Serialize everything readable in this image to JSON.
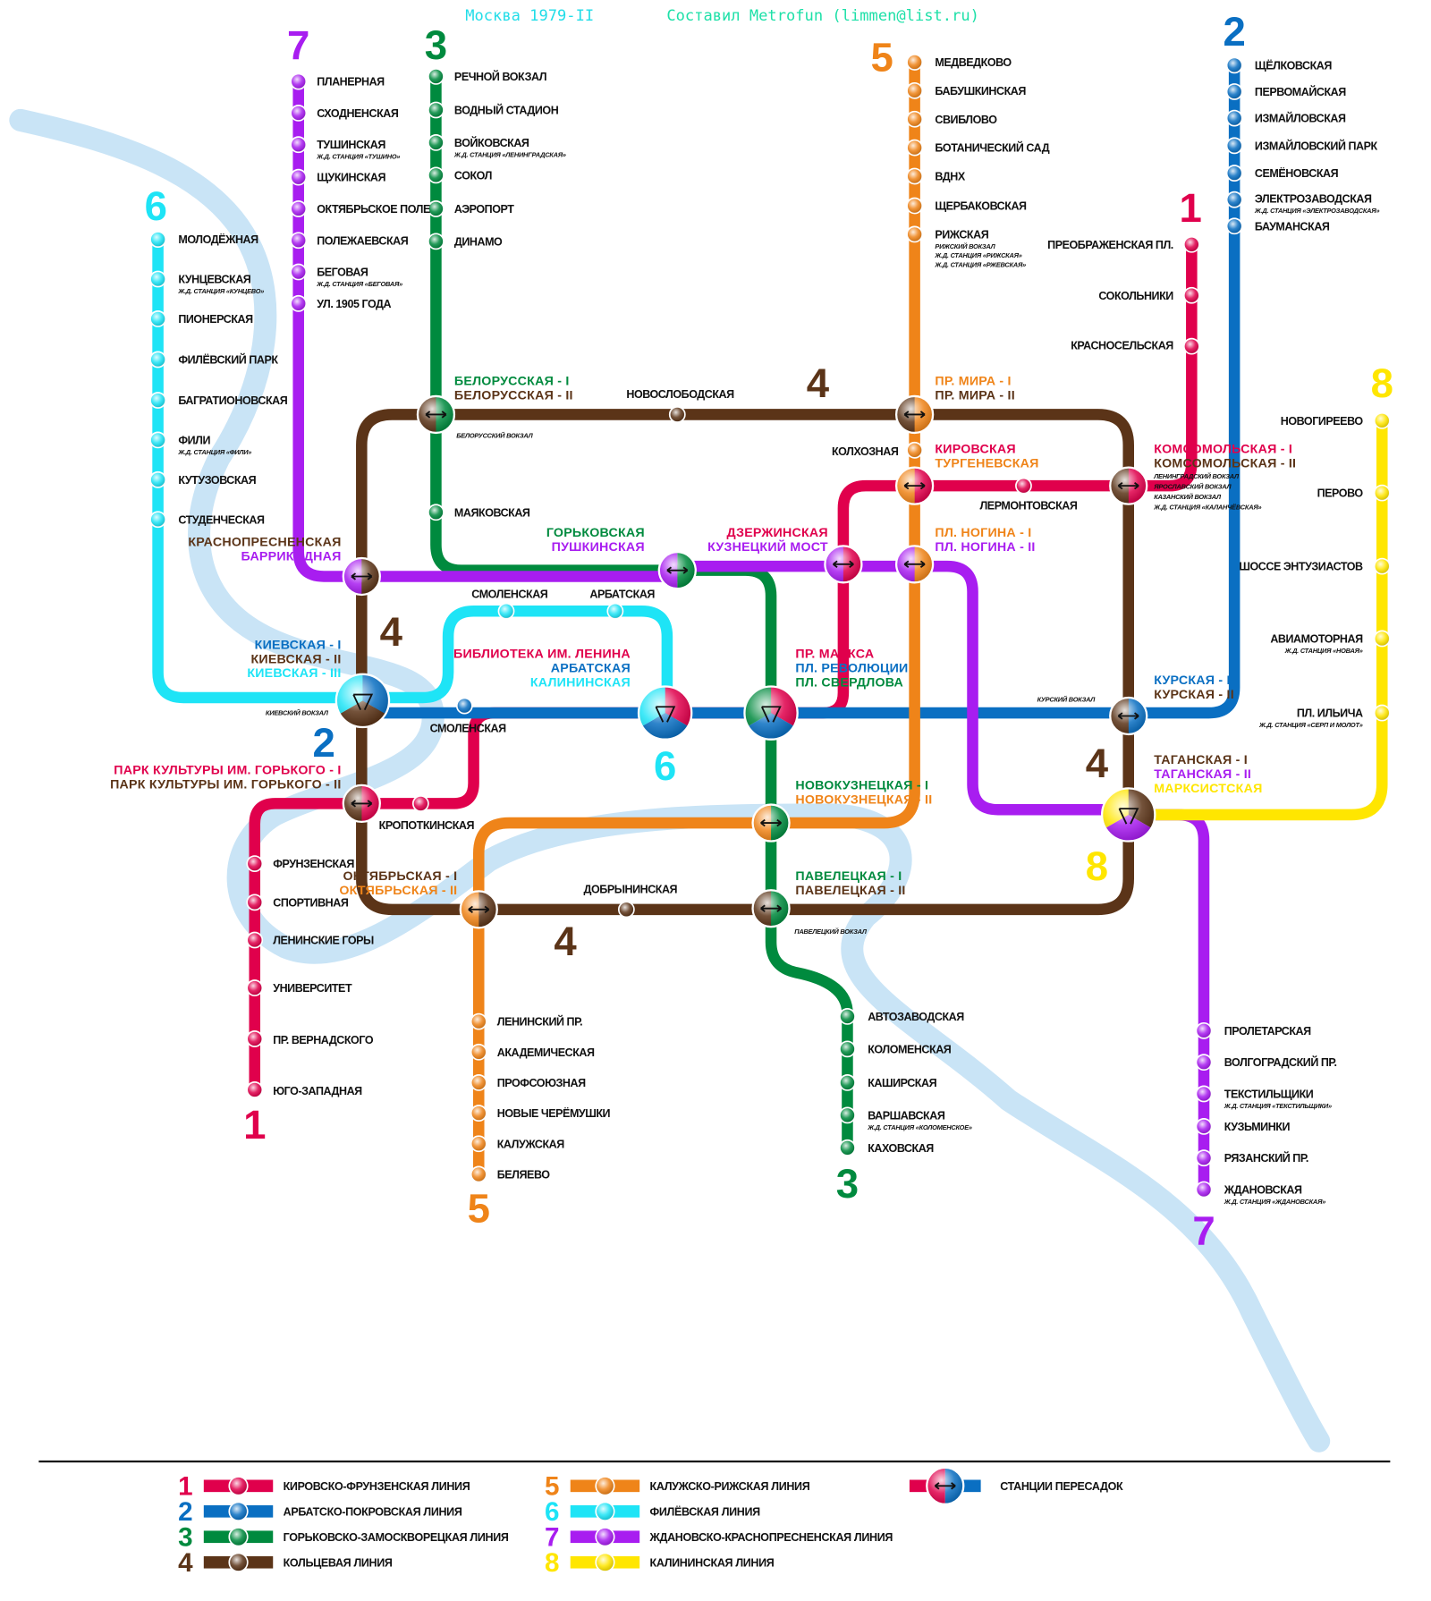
{
  "header": {
    "title": "Москва 1979-II",
    "author": "Составил Metrofun (limmen@list.ru)",
    "title_color": "#22dde8",
    "author_color": "#1ee0a8"
  },
  "lines": [
    {
      "number": "1",
      "name": "КИРОВСКО-ФРУНЗЕНСКАЯ ЛИНИЯ",
      "color": "#e0004c",
      "stations": [
        {
          "name": "ПРЕОБРАЖЕНСКАЯ ПЛ."
        },
        {
          "name": "СОКОЛЬНИКИ"
        },
        {
          "name": "КРАСНОСЕЛЬСКАЯ"
        },
        {
          "name": "ЛЕРМОНТОВСКАЯ"
        },
        {
          "name": "КРОПОТКИНСКАЯ"
        },
        {
          "name": "ФРУНЗЕНСКАЯ"
        },
        {
          "name": "СПОРТИВНАЯ"
        },
        {
          "name": "ЛЕНИНСКИЕ ГОРЫ"
        },
        {
          "name": "УНИВЕРСИТЕТ"
        },
        {
          "name": "ПР. ВЕРНАДСКОГО"
        },
        {
          "name": "ЮГО-ЗАПАДНАЯ"
        }
      ]
    },
    {
      "number": "2",
      "name": "АРБАТСКО-ПОКРОВСКАЯ ЛИНИЯ",
      "color": "#0a6fc2",
      "stations": [
        {
          "name": "ЩЁЛКОВСКАЯ"
        },
        {
          "name": "ПЕРВОМАЙСКАЯ"
        },
        {
          "name": "ИЗМАЙЛОВСКАЯ"
        },
        {
          "name": "ИЗМАЙЛОВСКИЙ ПАРК"
        },
        {
          "name": "СЕМЁНОВСКАЯ"
        },
        {
          "name": "ЭЛЕКТРОЗАВОДСКАЯ",
          "note": "Ж.Д. СТАНЦИЯ «ЭЛЕКТРОЗАВОДСКАЯ»"
        },
        {
          "name": "БАУМАНСКАЯ"
        },
        {
          "name": "СМОЛЕНСКАЯ"
        }
      ]
    },
    {
      "number": "3",
      "name": "ГОРЬКОВСКО-ЗАМОСКВОРЕЦКАЯ ЛИНИЯ",
      "color": "#008a3e",
      "stations": [
        {
          "name": "РЕЧНОЙ ВОКЗАЛ"
        },
        {
          "name": "ВОДНЫЙ СТАДИОН"
        },
        {
          "name": "ВОЙКОВСКАЯ",
          "note": "Ж.Д. СТАНЦИЯ «ЛЕНИНГРАДСКАЯ»"
        },
        {
          "name": "СОКОЛ"
        },
        {
          "name": "АЭРОПОРТ"
        },
        {
          "name": "ДИНАМО"
        },
        {
          "name": "МАЯКОВСКАЯ"
        },
        {
          "name": "АВТОЗАВОДСКАЯ"
        },
        {
          "name": "КОЛОМЕНСКАЯ"
        },
        {
          "name": "КАШИРСКАЯ"
        },
        {
          "name": "ВАРШАВСКАЯ",
          "note": "Ж.Д. СТАНЦИЯ «КОЛОМЕНСКОЕ»"
        },
        {
          "name": "КАХОВСКАЯ"
        }
      ]
    },
    {
      "number": "4",
      "name": "КОЛЬЦЕВАЯ ЛИНИЯ",
      "color": "#5b3418",
      "stations": [
        {
          "name": "НОВОСЛОБОДСКАЯ"
        },
        {
          "name": "ДОБРЫНИНСКАЯ"
        }
      ]
    },
    {
      "number": "5",
      "name": "КАЛУЖСКО-РИЖСКАЯ ЛИНИЯ",
      "color": "#ef8419",
      "stations": [
        {
          "name": "МЕДВЕДКОВО"
        },
        {
          "name": "БАБУШКИНСКАЯ"
        },
        {
          "name": "СВИБЛОВО"
        },
        {
          "name": "БОТАНИЧЕСКИЙ САД"
        },
        {
          "name": "ВДНХ"
        },
        {
          "name": "ЩЕРБАКОВСКАЯ"
        },
        {
          "name": "РИЖСКАЯ",
          "note": "РИЖСКИЙ ВОКЗАЛ",
          "note2": "Ж.Д. СТАНЦИЯ «РИЖСКАЯ»",
          "note3": "Ж.Д. СТАНЦИЯ «РЖЕВСКАЯ»"
        },
        {
          "name": "КОЛХОЗНАЯ"
        },
        {
          "name": "ЛЕНИНСКИЙ ПР."
        },
        {
          "name": "АКАДЕМИЧЕСКАЯ"
        },
        {
          "name": "ПРОФСОЮЗНАЯ"
        },
        {
          "name": "НОВЫЕ ЧЕРЁМУШКИ"
        },
        {
          "name": "КАЛУЖСКАЯ"
        },
        {
          "name": "БЕЛЯЕВО"
        }
      ]
    },
    {
      "number": "6",
      "name": "ФИЛЁВСКАЯ ЛИНИЯ",
      "color": "#1ee4f6",
      "stations": [
        {
          "name": "МОЛОДЁЖНАЯ"
        },
        {
          "name": "КУНЦЕВСКАЯ",
          "note": "Ж.Д. СТАНЦИЯ «КУНЦЕВО»"
        },
        {
          "name": "ПИОНЕРСКАЯ"
        },
        {
          "name": "ФИЛЁВСКИЙ ПАРК"
        },
        {
          "name": "БАГРАТИОНОВСКАЯ"
        },
        {
          "name": "ФИЛИ",
          "note": "Ж.Д. СТАНЦИЯ «ФИЛИ»"
        },
        {
          "name": "КУТУЗОВСКАЯ"
        },
        {
          "name": "СТУДЕНЧЕСКАЯ"
        },
        {
          "name": "СМОЛЕНСКАЯ"
        },
        {
          "name": "АРБАТСКАЯ"
        }
      ]
    },
    {
      "number": "7",
      "name": "ЖДАНОВСКО-КРАСНОПРЕСНЕНСКАЯ ЛИНИЯ",
      "color": "#a81df0",
      "stations": [
        {
          "name": "ПЛАНЕРНАЯ"
        },
        {
          "name": "СХОДНЕНСКАЯ"
        },
        {
          "name": "ТУШИНСКАЯ",
          "note": "Ж.Д. СТАНЦИЯ «ТУШИНО»"
        },
        {
          "name": "ЩУКИНСКАЯ"
        },
        {
          "name": "ОКТЯБРЬСКОЕ ПОЛЕ"
        },
        {
          "name": "ПОЛЕЖАЕВСКАЯ"
        },
        {
          "name": "БЕГОВАЯ",
          "note": "Ж.Д. СТАНЦИЯ «БЕГОВАЯ»"
        },
        {
          "name": "УЛ. 1905 ГОДА"
        },
        {
          "name": "ПРОЛЕТАРСКАЯ"
        },
        {
          "name": "ВОЛГОГРАДСКИЙ ПР."
        },
        {
          "name": "ТЕКСТИЛЬЩИКИ",
          "note": "Ж.Д. СТАНЦИЯ «ТЕКСТИЛЬЩИКИ»"
        },
        {
          "name": "КУЗЬМИНКИ"
        },
        {
          "name": "РЯЗАНСКИЙ ПР."
        },
        {
          "name": "ЖДАНОВСКАЯ",
          "note": "Ж.Д. СТАНЦИЯ «ЖДАНОВСКАЯ»"
        }
      ]
    },
    {
      "number": "8",
      "name": "КАЛИНИНСКАЯ ЛИНИЯ",
      "color": "#ffe600",
      "stations": [
        {
          "name": "НОВОГИРЕЕВО"
        },
        {
          "name": "ПЕРОВО"
        },
        {
          "name": "ШОССЕ ЭНТУЗИАСТОВ"
        },
        {
          "name": "АВИАМОТОРНАЯ",
          "note": "Ж.Д. СТАНЦИЯ «НОВАЯ»"
        },
        {
          "name": "ПЛ. ИЛЬИЧА",
          "note": "Ж.Д. СТАНЦИЯ «СЕРП И МОЛОТ»"
        }
      ]
    }
  ],
  "transfers": [
    {
      "labels": [
        {
          "text": "БЕЛОРУССКАЯ - I",
          "line": 2
        },
        {
          "text": "БЕЛОРУССКАЯ - II",
          "line": 3
        }
      ],
      "notes": [
        "БЕЛОРУССКИЙ ВОКЗАЛ"
      ]
    },
    {
      "labels": [
        {
          "text": "ПР. МИРА - I",
          "line": 4
        },
        {
          "text": "ПР. МИРА - II",
          "line": 3
        }
      ],
      "notes": []
    },
    {
      "labels": [
        {
          "text": "КИРОВСКАЯ",
          "line": 0
        },
        {
          "text": "ТУРГЕНЕВСКАЯ",
          "line": 4
        }
      ],
      "notes": []
    },
    {
      "labels": [
        {
          "text": "КОМСОМОЛЬСКАЯ - I",
          "line": 0
        },
        {
          "text": "КОМСОМОЛЬСКАЯ - II",
          "line": 3
        }
      ],
      "notes": [
        "ЛЕНИНГРАДСКИЙ ВОКЗАЛ",
        "ЯРОСЛАВСКИЙ ВОКЗАЛ",
        "КАЗАНСКИЙ ВОКЗАЛ",
        "Ж.Д. СТАНЦИЯ «КАЛАНЧЁВСКАЯ»"
      ]
    },
    {
      "labels": [
        {
          "text": "КРАСНОПРЕСНЕНСКАЯ",
          "line": 3
        },
        {
          "text": "БАРРИКАДНАЯ",
          "line": 6
        }
      ],
      "notes": []
    },
    {
      "labels": [
        {
          "text": "ГОРЬКОВСКАЯ",
          "line": 2
        },
        {
          "text": "ПУШКИНСКАЯ",
          "line": 6
        }
      ],
      "notes": []
    },
    {
      "labels": [
        {
          "text": "ДЗЕРЖИНСКАЯ",
          "line": 0
        },
        {
          "text": "КУЗНЕЦКИЙ МОСТ",
          "line": 6
        }
      ],
      "notes": []
    },
    {
      "labels": [
        {
          "text": "ПЛ. НОГИНА - I",
          "line": 4
        },
        {
          "text": "ПЛ. НОГИНА - II",
          "line": 6
        }
      ],
      "notes": []
    },
    {
      "labels": [
        {
          "text": "КИЕВСКАЯ - I",
          "line": 1
        },
        {
          "text": "КИЕВСКАЯ - II",
          "line": 3
        },
        {
          "text": "КИЕВСКАЯ - III",
          "line": 5
        }
      ],
      "notes": [
        "КИЕВСКИЙ ВОКЗАЛ"
      ]
    },
    {
      "labels": [
        {
          "text": "БИБЛИОТЕКА ИМ. ЛЕНИНА",
          "line": 0
        },
        {
          "text": "АРБАТСКАЯ",
          "line": 1
        },
        {
          "text": "КАЛИНИНСКАЯ",
          "line": 5
        }
      ],
      "notes": []
    },
    {
      "labels": [
        {
          "text": "ПР. МАРКСА",
          "line": 0
        },
        {
          "text": "ПЛ. РЕВОЛЮЦИИ",
          "line": 1
        },
        {
          "text": "ПЛ. СВЕРДЛОВА",
          "line": 2
        }
      ],
      "notes": []
    },
    {
      "labels": [
        {
          "text": "КУРСКАЯ - I",
          "line": 1
        },
        {
          "text": "КУРСКАЯ - II",
          "line": 3
        }
      ],
      "notes": [
        "КУРСКИЙ ВОКЗАЛ"
      ]
    },
    {
      "labels": [
        {
          "text": "ТАГАНСКАЯ - I",
          "line": 3
        },
        {
          "text": "ТАГАНСКАЯ - II",
          "line": 6
        },
        {
          "text": "МАРКСИСТСКАЯ",
          "line": 7
        }
      ],
      "notes": []
    },
    {
      "labels": [
        {
          "text": "ПАРК КУЛЬТУРЫ ИМ. ГОРЬКОГО - I",
          "line": 0
        },
        {
          "text": "ПАРК КУЛЬТУРЫ ИМ. ГОРЬКОГО - II",
          "line": 3
        }
      ],
      "notes": []
    },
    {
      "labels": [
        {
          "text": "ОКТЯБРЬСКАЯ - I",
          "line": 3
        },
        {
          "text": "ОКТЯБРЬСКАЯ - II",
          "line": 4
        }
      ],
      "notes": []
    },
    {
      "labels": [
        {
          "text": "НОВОКУЗНЕЦКАЯ - I",
          "line": 2
        },
        {
          "text": "НОВОКУЗНЕЦКАЯ - II",
          "line": 4
        }
      ],
      "notes": []
    },
    {
      "labels": [
        {
          "text": "ПАВЕЛЕЦКАЯ - I",
          "line": 2
        },
        {
          "text": "ПАВЕЛЕЦКАЯ - II",
          "line": 3
        }
      ],
      "notes": [
        "ПАВЕЛЕЦКИЙ ВОКЗАЛ"
      ]
    }
  ],
  "legend": {
    "transfer_label": "СТАНЦИИ ПЕРЕСАДОК"
  },
  "colors": {
    "river": "#c9e4f6",
    "transfer_arrow": "#111111"
  }
}
